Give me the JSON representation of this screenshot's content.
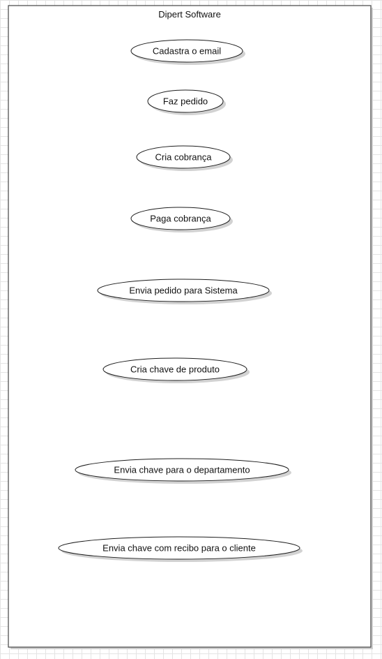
{
  "diagram": {
    "type": "use-case",
    "system_boundary": {
      "title": "Dipert Software"
    },
    "use_cases": [
      {
        "id": "uc-cadastra-email",
        "label": "Cadastra o email"
      },
      {
        "id": "uc-faz-pedido",
        "label": "Faz pedido"
      },
      {
        "id": "uc-cria-cobranca",
        "label": "Cria cobrança"
      },
      {
        "id": "uc-paga-cobranca",
        "label": "Paga cobrança"
      },
      {
        "id": "uc-envia-pedido-sistema",
        "label": "Envia pedido para Sistema"
      },
      {
        "id": "uc-cria-chave-produto",
        "label": "Cria chave de produto"
      },
      {
        "id": "uc-envia-chave-departamento",
        "label": "Envia chave para o departamento"
      },
      {
        "id": "uc-envia-chave-recibo-cliente",
        "label": "Envia chave com recibo para o cliente"
      }
    ],
    "colors": {
      "outline": "#1e1e1e",
      "fill": "#ffffff",
      "shadow": "#d2d2d2",
      "grid": "#e4e4e4"
    }
  }
}
